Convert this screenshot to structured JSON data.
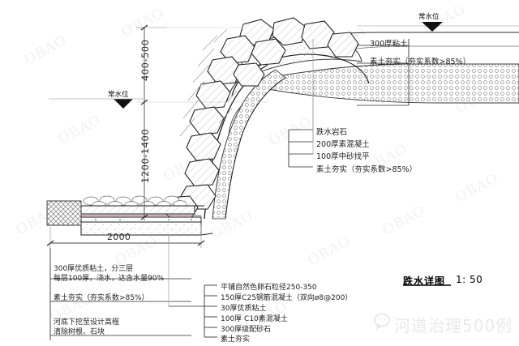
{
  "drawing": {
    "title": "跌水详图",
    "scale": "1: 50",
    "water_level_left": "常水位",
    "water_level_right": "常水位",
    "dimensions": {
      "upper_vertical": "400-500",
      "lower_vertical": "1200-1400",
      "horizontal_base": "2000"
    },
    "callouts_center": [
      "跌水岩石",
      "200厚素混凝土",
      "100厚中砂找平",
      "素土夯实（夯实系数>85%）"
    ],
    "callouts_right": [
      "300厚粘土",
      "素土夯实（夯实系数>85%）"
    ],
    "notes_left": [
      "300厚优质粘土，分三层",
      "每层100厚，浇水，达含水量90%",
      "素土夯实（夯实系数>85%）",
      "河底下挖至设计高程",
      "清除树根、石块"
    ],
    "materials_bottom": [
      "平铺自然色卵石粒径250-350",
      "150厚C25钢筋混凝土（双向ø8@200）",
      "30厚优质粘土",
      "100厚 C10素混凝土",
      "300厚级配砂石",
      "素土夯实"
    ]
  },
  "footer": {
    "account_name": "河道治理500例",
    "icon": "wechat-icon"
  },
  "watermark": {
    "text": "OBAO"
  },
  "colors": {
    "line": "#1d1d1d",
    "thin_line": "#9a9a9a",
    "fill_concrete": "#fdfdfd",
    "fill_sand": "#fbfbfb",
    "watermark": "#f1f1f1",
    "brand": "#e9e9e9"
  }
}
